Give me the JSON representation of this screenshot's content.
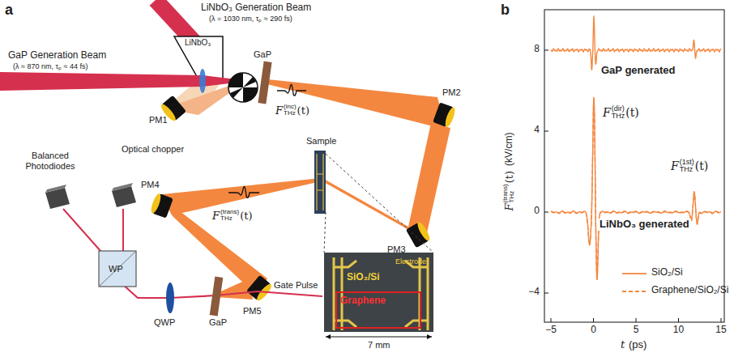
{
  "diagram": {
    "nodes": [
      {
        "text": [
          "Graphene"
        ]
      }
    ],
    "labels": [
      "a",
      "b",
      "LiNbO₃ Generation Beam",
      "(λ = 1030 nm, τₚ ≈ 290 fs)",
      "LiNbO₃",
      "GaP Generation Beam",
      "(λ ≈ 870 nm, τₚ ≈ 44 fs)",
      "GaP",
      "PM1",
      "Optical chopper",
      "F",
      "THz",
      "(inc)",
      "(t)",
      "PM2",
      "PM3",
      "Sample",
      "PM4",
      "F",
      "THz",
      "(trans)",
      "(t)",
      "Balanced Photodiodes",
      "WP",
      "QWP",
      "GaP",
      "PM5",
      "Gate Pulse",
      "SiO₂/Si",
      "Electrode",
      "7 mm",
      "GaP generated",
      "LiNbO₃ generated",
      "F",
      "THz",
      "(dir)",
      "(t)",
      "F",
      "THz",
      "(1st)",
      "(t)",
      "F",
      "THz",
      "(trans)",
      "(t)",
      "(kV/cm)",
      "8",
      "4",
      "0",
      "−4",
      "−5",
      "0",
      "5",
      "10",
      "15",
      "t",
      "(ps)"
    ],
    "legend": [
      {
        "text": "SiO₂/Si"
      },
      {
        "text": "Graphene/SiO₂/Si"
      }
    ]
  }
}
